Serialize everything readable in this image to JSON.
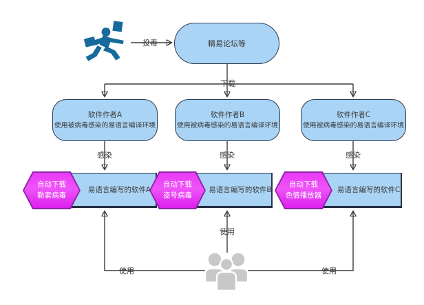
{
  "diagram": {
    "forum": {
      "label": "精易论坛等"
    },
    "authors": [
      {
        "line1": "软件作者A",
        "line2": "使用被病毒感染的易语言编译环境"
      },
      {
        "line1": "软件作者B",
        "line2": "使用被病毒感染的易语言编译环境"
      },
      {
        "line1": "软件作者C",
        "line2": "使用被病毒感染的易语言编译环境"
      }
    ],
    "payloads": [
      {
        "hex_line1": "自动下载",
        "hex_line2": "勒索病毒",
        "software": "易语言编写的软件A"
      },
      {
        "hex_line1": "自动下载",
        "hex_line2": "盗号病毒",
        "software": "易语言编写的软件B"
      },
      {
        "hex_line1": "自动下载",
        "hex_line2": "色情播放器",
        "software": "易语言编写的软件C"
      }
    ],
    "edge_labels": {
      "poison": "投毒",
      "download": "下载",
      "infect_a": "感染",
      "infect_b": "感染",
      "infect_c": "感染",
      "use_left": "使用",
      "use_center": "使用",
      "use_right": "使用"
    },
    "icons": {
      "attacker": "running-attacker-icon",
      "users": "user-group-icon"
    },
    "colors": {
      "node_fill": "#aad4f5",
      "node_border": "#2c3a4f",
      "hex_fill_top": "#ea39f6",
      "hex_fill_bottom": "#dd1fed",
      "hex_border": "#8e24aa",
      "line": "#3d3d3d",
      "attacker_blue": "#176b9c",
      "people_gray": "#c8c8c8"
    }
  }
}
